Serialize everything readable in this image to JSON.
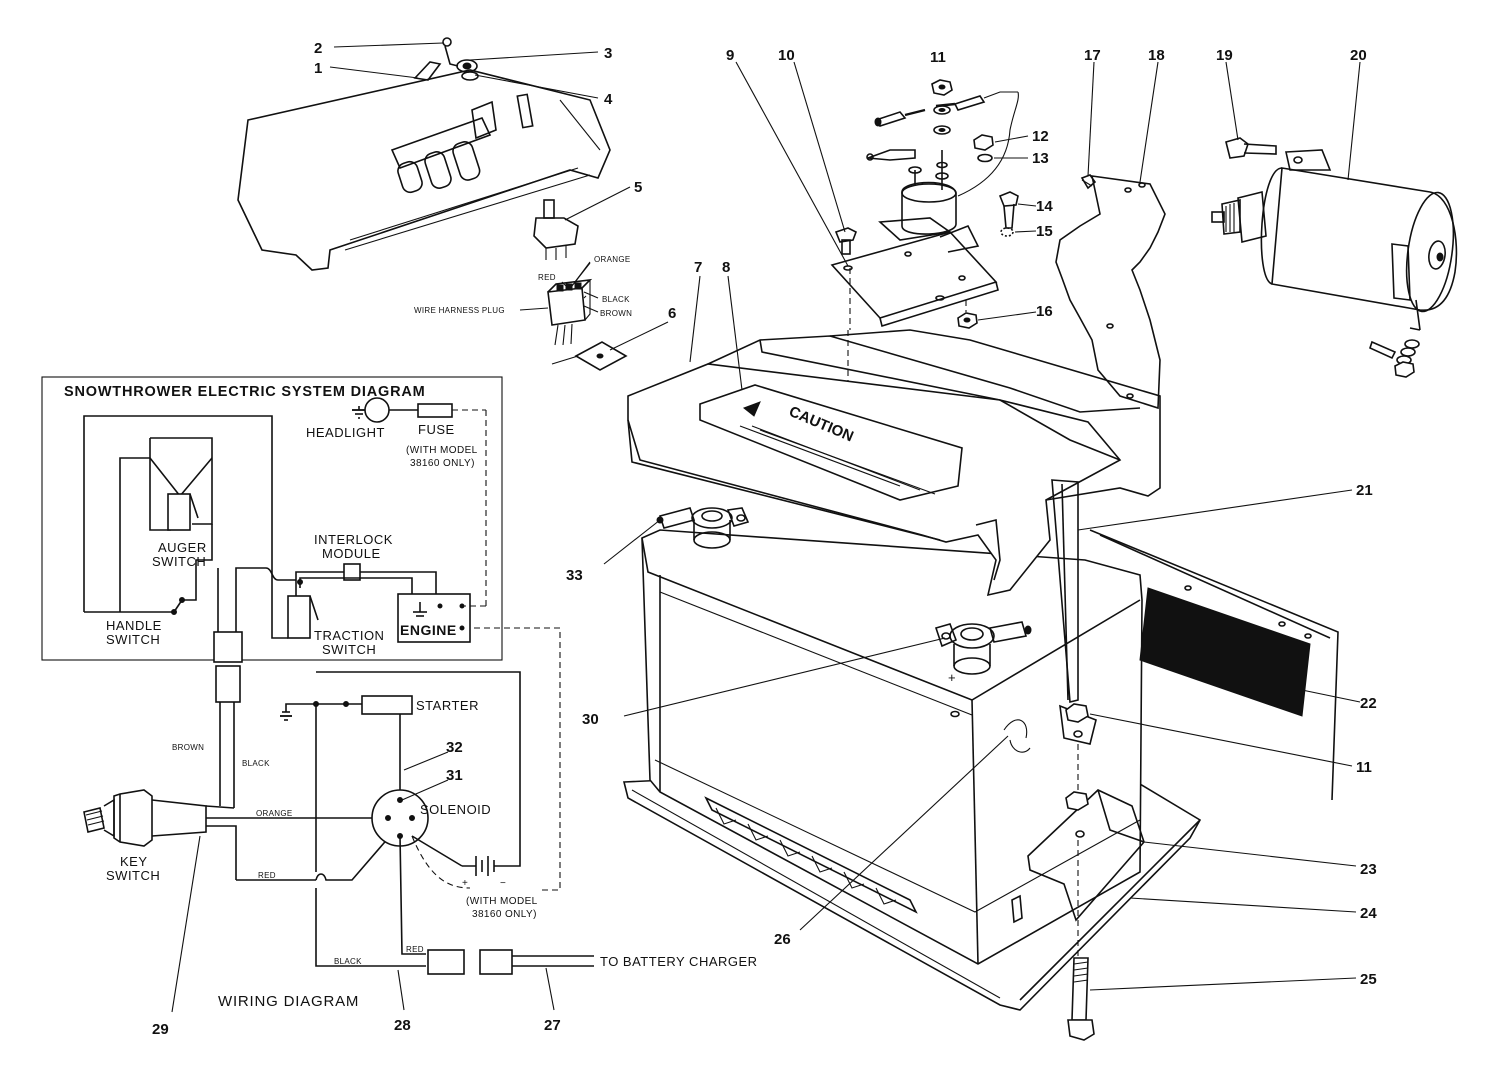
{
  "callouts": {
    "c1": "1",
    "c2": "2",
    "c3": "3",
    "c4": "4",
    "c5": "5",
    "c6": "6",
    "c7": "7",
    "c8": "8",
    "c9": "9",
    "c10": "10",
    "c11a": "11",
    "c11b": "11",
    "c12": "12",
    "c13": "13",
    "c14": "14",
    "c15": "15",
    "c16": "16",
    "c17": "17",
    "c18": "18",
    "c19": "19",
    "c20": "20",
    "c21": "21",
    "c22": "22",
    "c23": "23",
    "c24": "24",
    "c25": "25",
    "c26": "26",
    "c27": "27",
    "c28": "28",
    "c29": "29",
    "c30": "30",
    "c31": "31",
    "c32": "32",
    "c33": "33"
  },
  "harness": {
    "orange": "ORANGE",
    "red": "RED",
    "black": "BLACK",
    "brown": "BROWN",
    "plug": "WIRE HARNESS PLUG"
  },
  "battery": {
    "caution": "CAUTION",
    "plus": "+"
  },
  "system_diagram": {
    "title": "SNOWTHROWER ELECTRIC SYSTEM DIAGRAM",
    "headlight": "HEADLIGHT",
    "fuse": "FUSE",
    "fuse_note_1": "(WITH MODEL",
    "fuse_note_2": "38160 ONLY)",
    "auger_1": "AUGER",
    "auger_2": "SWITCH",
    "interlock_1": "INTERLOCK",
    "interlock_2": "MODULE",
    "handle_1": "HANDLE",
    "handle_2": "SWITCH",
    "traction_1": "TRACTION",
    "traction_2": "SWITCH",
    "engine": "ENGINE"
  },
  "wiring_diagram": {
    "title": "WIRING DIAGRAM",
    "starter": "STARTER",
    "solenoid": "SOLENOID",
    "key_1": "KEY",
    "key_2": "SWITCH",
    "brown": "BROWN",
    "black_1": "BLACK",
    "orange": "ORANGE",
    "red_1": "RED",
    "red_2": "RED",
    "black_2": "BLACK",
    "batt_plus": "+",
    "batt_minus": "−",
    "model_note_1": "(WITH MODEL",
    "model_note_2": "38160 ONLY)",
    "charger": "TO BATTERY CHARGER"
  }
}
